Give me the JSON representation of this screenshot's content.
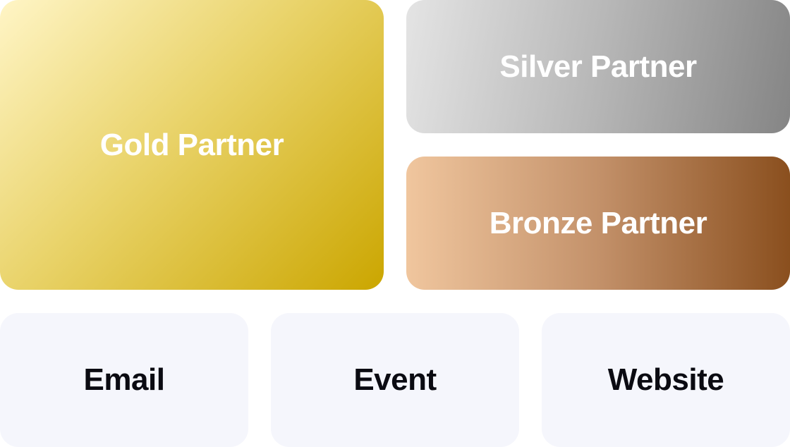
{
  "tiers": {
    "gold": {
      "label": "Gold Partner"
    },
    "silver": {
      "label": "Silver Partner"
    },
    "bronze": {
      "label": "Bronze Partner"
    }
  },
  "channels": [
    {
      "label": "Email"
    },
    {
      "label": "Event"
    },
    {
      "label": "Website"
    }
  ],
  "colors": {
    "gold_start": "#fff5c6",
    "gold_end": "#cba600",
    "silver_start": "#e4e4e4",
    "silver_end": "#858585",
    "bronze_start": "#f0c69e",
    "bronze_end": "#8a4f1e",
    "channel_bg": "#f5f6fc",
    "channel_text": "#0b0b12",
    "tier_text": "#ffffff"
  }
}
